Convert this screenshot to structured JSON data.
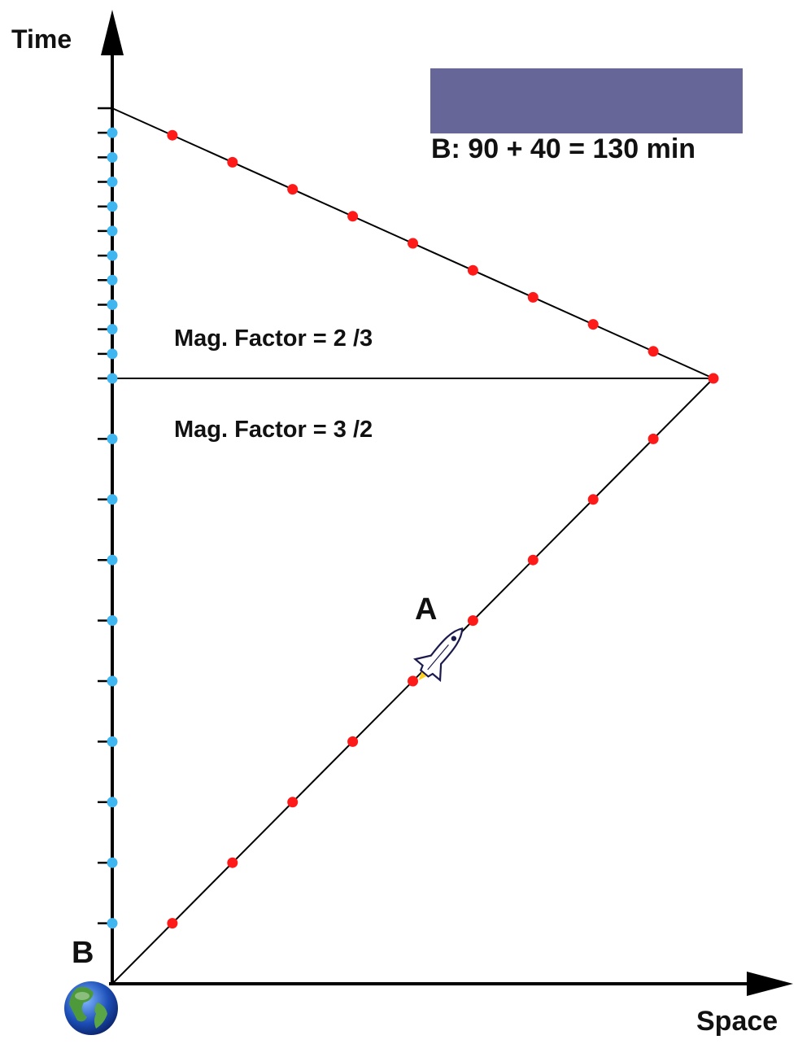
{
  "axes": {
    "time_label": "Time",
    "space_label": "Space"
  },
  "observers": {
    "earth_label": "B",
    "ship_label": "A"
  },
  "factors": {
    "upper": "Mag. Factor = 2 /3",
    "lower": "Mag. Factor = 3 /2"
  },
  "panel": {
    "fill_color": "#666699",
    "caption": "B:  90 + 40 = 130 min"
  },
  "ticks": {
    "outbound_count": 9,
    "return_count": 10
  },
  "colors": {
    "earth_tick": "#3fb6f0",
    "ship_tick": "#ff1a1a",
    "line": "#000000"
  },
  "icons": {
    "earth": "earth-globe-icon",
    "ship": "space-shuttle-icon"
  }
}
